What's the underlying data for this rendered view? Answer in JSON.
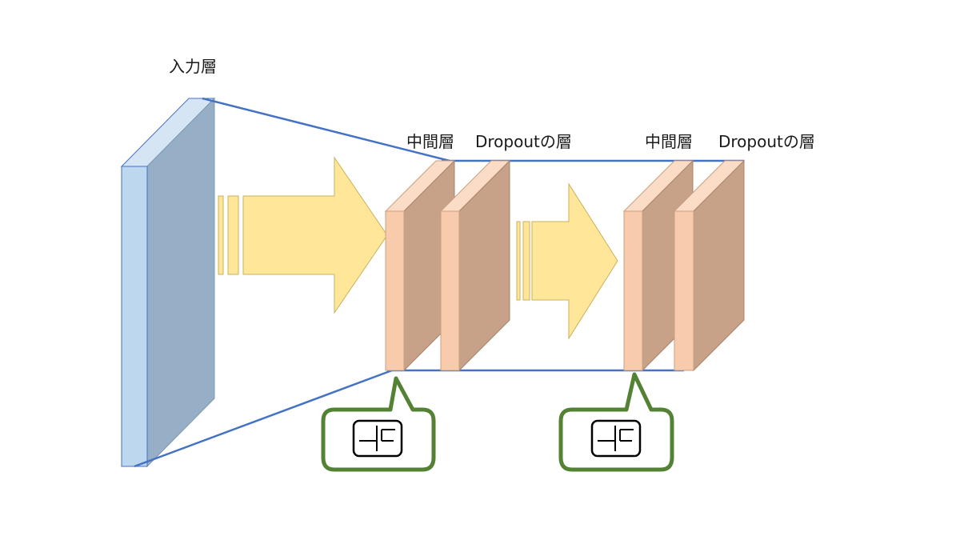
{
  "labels": {
    "input_layer": "入力層",
    "hidden_layer_1": "中間層",
    "dropout_layer_1": "Dropoutの層",
    "hidden_layer_2": "中間層",
    "dropout_layer_2": "Dropoutの層"
  },
  "icons": {
    "step_function_1": "step-function-icon",
    "step_function_2": "step-function-icon"
  },
  "colors": {
    "input_front": "#bdd7ee",
    "input_side": "#97afc6",
    "input_stroke": "#4472c4",
    "layer_front": "#f8cbad",
    "layer_side": "#c7a188",
    "arrow_fill": "#ffe699",
    "connector_line": "#4472c4",
    "callout_stroke": "#548235"
  }
}
